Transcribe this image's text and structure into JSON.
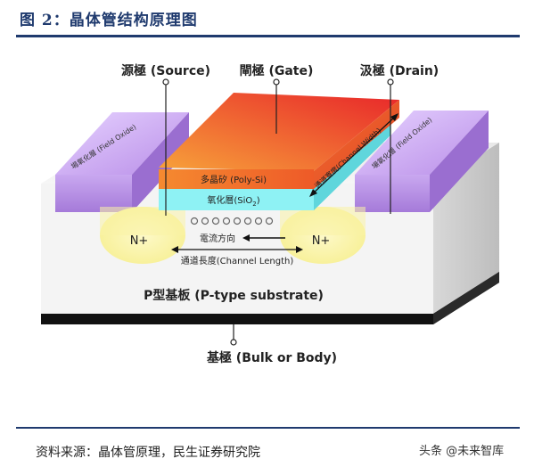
{
  "figure": {
    "title": "图 2：晶体管结构原理图",
    "source": "资料来源：晶体管原理，民生证券研究院",
    "watermark": "头条 @未来智库"
  },
  "labels": {
    "source_electrode": "源極 (Source)",
    "gate_electrode": "閘極 (Gate)",
    "drain_electrode": "汲極 (Drain)",
    "field_oxide_left": "場氧化層 (Field Oxide)",
    "field_oxide_right": "場氧化層 (Field Oxide)",
    "poly_si": "多晶矽 (Poly-Si)",
    "oxide_layer": "氧化層(SiO",
    "oxide_sub": "2",
    "oxide_close": ")",
    "channel_width": "通道寬度(Channel Width)",
    "n_plus_left": "N+",
    "n_plus_right": "N+",
    "current_direction": "電流方向",
    "channel_length": "通道長度(Channel Length)",
    "substrate": "P型基板 (P-type substrate)",
    "bulk": "基極 (Bulk or Body)"
  },
  "colors": {
    "title": "#1f3a6e",
    "field_oxide": "#c9a8f0",
    "poly_si_front": "#f47a2a",
    "poly_si_top": "#f0522a",
    "oxide": "#8ef2f4",
    "n_plus": "#fbf6b4",
    "substrate": "#f2f2f2"
  }
}
